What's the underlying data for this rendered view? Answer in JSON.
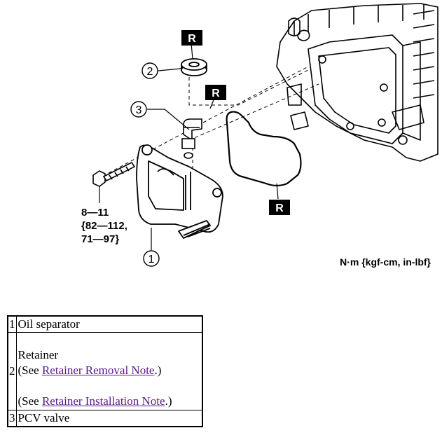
{
  "diagram": {
    "callouts": [
      "1",
      "2",
      "3"
    ],
    "replace_marker": "R",
    "torque_lines": [
      "8—11",
      "{82—112,",
      "71—97}"
    ],
    "units": "N·m {kgf-cm, in-lbf}"
  },
  "parts": [
    {
      "num": "1",
      "name": "Oil separator"
    },
    {
      "num": "2",
      "name": "Retainer",
      "note1_prefix": "(See ",
      "note1_link": "Retainer Removal Note",
      "note1_suffix": ".)",
      "note2_prefix": "(See ",
      "note2_link": "Retainer Installation Note",
      "note2_suffix": ".)"
    },
    {
      "num": "3",
      "name": "PCV valve"
    }
  ]
}
